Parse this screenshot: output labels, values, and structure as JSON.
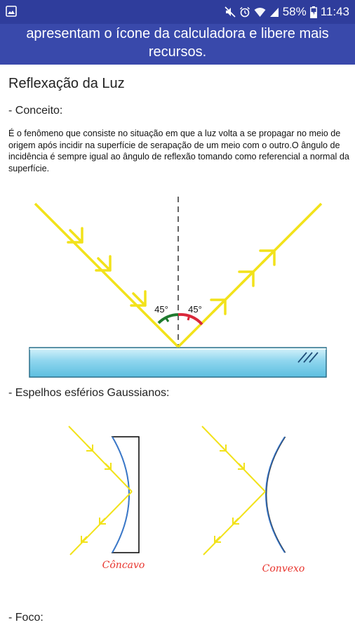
{
  "status_bar": {
    "battery": "58%",
    "time": "11:43",
    "icons": [
      "gallery-icon",
      "mute-icon",
      "alarm-icon",
      "wifi-icon",
      "signal-icon",
      "battery-icon"
    ]
  },
  "banner": {
    "line1": "apresentam o ícone da calculadora e libere mais",
    "line2": "recursos.",
    "color": "#3949ab"
  },
  "page": {
    "title": "Reflexação da Luz",
    "concept_heading": "- Conceito:",
    "concept_text": "É o fenômeno que consiste no situação em que a luz volta a se propagar no meio de origem após incidir na superfície de serapação de um meio com o outro.O ângulo de incidência é sempre igual ao ângulo de reflexão tomando como referencial a normal da superfície.",
    "reflection_diagram": {
      "angle_left": "45°",
      "angle_right": "45°"
    },
    "mirrors_heading": "- Espelhos esférios Gaussianos:",
    "mirrors": {
      "concave_label": "Côncavo",
      "convex_label": "Convexo"
    },
    "focus_heading": "- Foco:"
  },
  "colors": {
    "ray": "#f2e21a",
    "angle_green": "#1e7a2e",
    "angle_red": "#d9283a",
    "surface": "#8fd6ee",
    "label_red": "#e8362f"
  }
}
